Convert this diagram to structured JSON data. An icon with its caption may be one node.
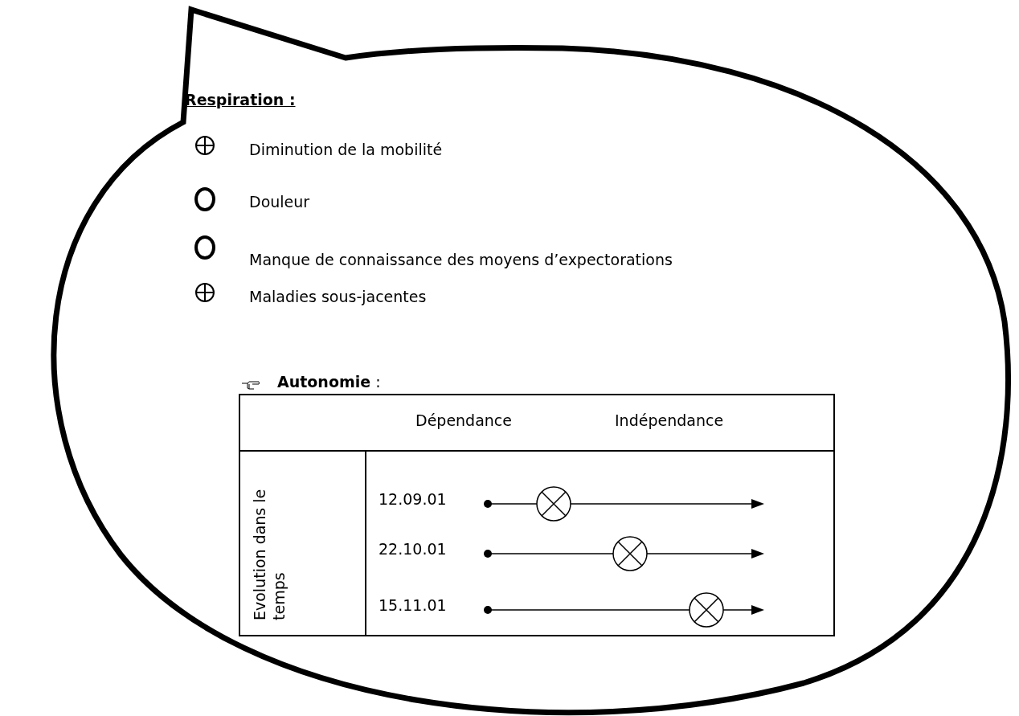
{
  "diagram": {
    "nodes": [
      {
        "text": [
          "Respiration :"
        ]
      }
    ],
    "labels": [
      "Diminution de la mobilité",
      "Douleur",
      "Manque de connaissance des moyens d’expectorations",
      "Maladies sous-jacentes",
      "**Autonomie** :",
      "Dépendance",
      "Indépendance",
      "Evolution dans le temps",
      "12.09.01",
      "22.10.01",
      "15.11.01"
    ]
  }
}
